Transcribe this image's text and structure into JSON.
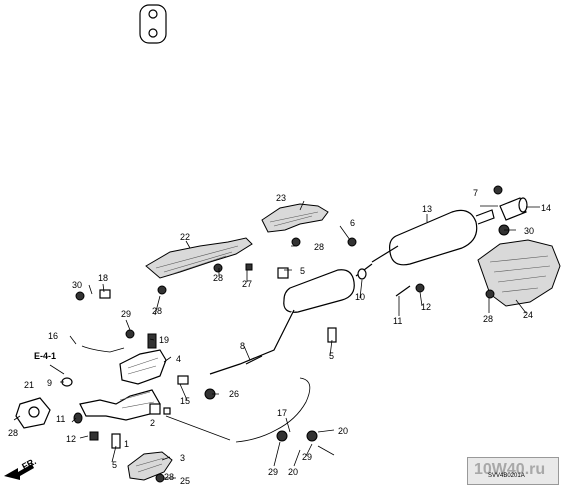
{
  "callouts": {
    "c1": "1",
    "c2": "2",
    "c3": "3",
    "c4": "4",
    "c5a": "5",
    "c5b": "5",
    "c5c": "5",
    "c6": "6",
    "c7": "7",
    "c8": "8",
    "c9": "9",
    "c10": "10",
    "c11a": "11",
    "c11b": "11",
    "c12a": "12",
    "c12b": "12",
    "c13": "13",
    "c14": "14",
    "c15": "15",
    "c16": "16",
    "c17": "17",
    "c18": "18",
    "c19": "19",
    "c20a": "20",
    "c20b": "20",
    "c21": "21",
    "c22": "22",
    "c23": "23",
    "c24": "24",
    "c25": "25",
    "c26": "26",
    "c27": "27",
    "c28a": "28",
    "c28b": "28",
    "c28c": "28",
    "c28d": "28",
    "c28e": "28",
    "c28f": "28",
    "c29a": "29",
    "c29b": "29",
    "c29c": "29",
    "c30a": "30",
    "c30b": "30"
  },
  "reference": "E-4-1",
  "direction_label": "FR.",
  "watermark": {
    "site": "10W40.ru",
    "code": "SVV4B0201A"
  }
}
